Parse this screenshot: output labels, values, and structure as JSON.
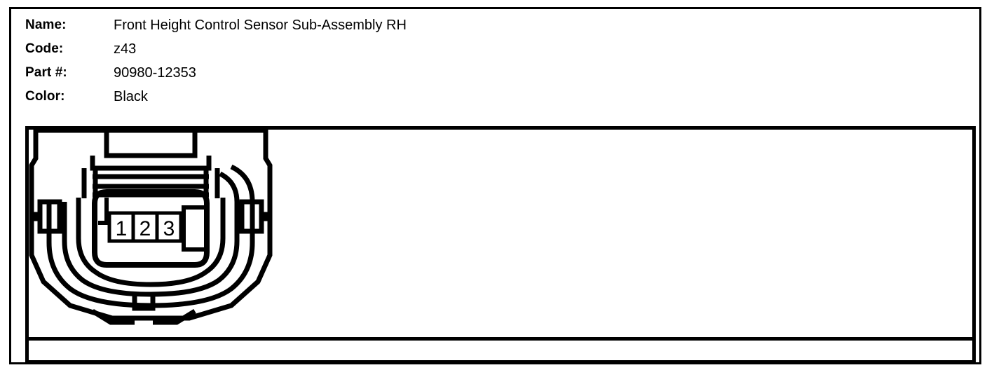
{
  "spec": {
    "rows": [
      {
        "label": "Name:",
        "value": "Front Height Control Sensor Sub-Assembly RH"
      },
      {
        "label": "Code:",
        "value": "z43"
      },
      {
        "label": "Part #:",
        "value": "90980-12353"
      },
      {
        "label": "Color:",
        "value": "Black"
      }
    ]
  },
  "connector": {
    "type": "3-pin automotive connector face view",
    "pin_count": 3,
    "pins": [
      {
        "number": "1"
      },
      {
        "number": "2"
      },
      {
        "number": "3"
      }
    ],
    "line_color": "#000000",
    "fill_color": "#ffffff"
  }
}
